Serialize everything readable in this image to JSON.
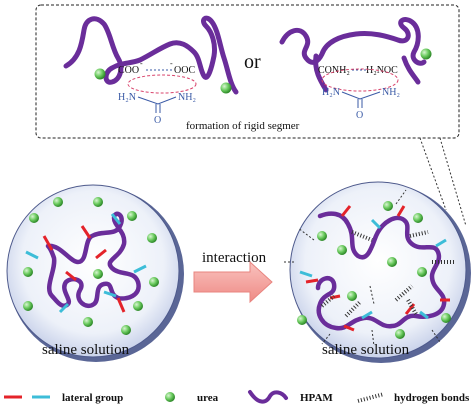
{
  "inset": {
    "left_labels": {
      "coo": "COO",
      "ooc": "OOC",
      "h2n": "H₂N",
      "nh2": "NH₂",
      "o": "O"
    },
    "or_text": "or",
    "right_labels": {
      "conh2": "CONH₂",
      "h2noc": "H₂NOC",
      "h2n": "H₂N",
      "nh2": "NH₂",
      "o": "O"
    },
    "caption": "formation of rigid segmer"
  },
  "left_circle": {
    "label": "saline solution"
  },
  "arrow": {
    "label": "interaction"
  },
  "right_circle": {
    "label": "saline solution"
  },
  "legend": {
    "lateral_group": "lateral group",
    "urea": "urea",
    "hpam": "HPAM",
    "hydrogen_bonds": "hydrogen bonds"
  },
  "colors": {
    "chain": "#6a2d9a",
    "urea": "#5ec455",
    "lateral_red": "#e4232a",
    "lateral_cyan": "#3dbdd8",
    "hbond": "#333333",
    "circle_fill": "#edf1f9",
    "circle_rim": "#4e5a8c",
    "arrow_fill": "#f4a29e",
    "urea_struct": "#3a5aa6",
    "dash_ellipse": "#d8436b"
  }
}
